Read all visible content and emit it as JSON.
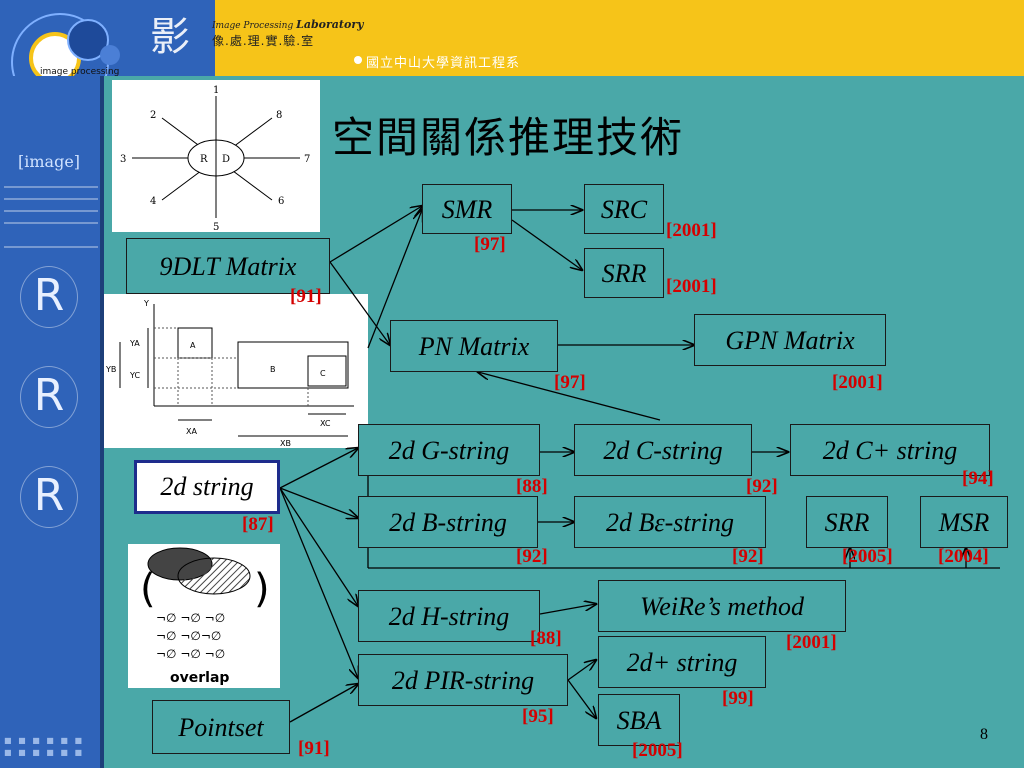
{
  "header": {
    "lab_en_prefix": "Image Processing",
    "lab_en_name": "Laboratory",
    "lab_zh": "像.處.理.實.驗.室",
    "department": "國立中山大學資訊工程系",
    "logo_text": "image processing"
  },
  "sidebar": {
    "image_tag": "[image]"
  },
  "slide": {
    "title": "空間關係推理技術",
    "page_number": "8"
  },
  "nodes": {
    "smr": "SMR",
    "src": "SRC",
    "srr_top": "SRR",
    "dlt": "9DLT Matrix",
    "pn": "PN Matrix",
    "gpn": "GPN Matrix",
    "g_string": "2d G-string",
    "c_string": "2d C-string",
    "cplus_string": "2d C+ string",
    "string2d": "2d string",
    "b_string": "2d B-string",
    "be_string": "2d Bε-string",
    "srr_mid": "SRR",
    "msr": "MSR",
    "h_string": "2d H-string",
    "weire": "WeiRe’s method",
    "pir": "2d PIR-string",
    "plus_string": "2d+ string",
    "sba": "SBA",
    "pointset": "Pointset"
  },
  "refs": {
    "smr": "[97]",
    "src": "[2001]",
    "srr_top": "[2001]",
    "dlt": "[91]",
    "pn": "[97]",
    "gpn": "[2001]",
    "g_string": "[88]",
    "c_string": "[92]",
    "cplus": "[94]",
    "string2d": "[87]",
    "b_string": "[92]",
    "be_string": "[92]",
    "srr_mid": "[2005]",
    "msr": "[2004]",
    "h_string": "[88]",
    "weire": "[2001]",
    "pir": "[95]",
    "plus_string": "[99]",
    "sba": "[2005]",
    "pointset": "[91]"
  },
  "figures": {
    "direction": {
      "center_left": "R",
      "center_right": "D",
      "labels": [
        "1",
        "2",
        "3",
        "4",
        "5",
        "6",
        "7",
        "8"
      ]
    },
    "projection": {
      "y_axis": "Y",
      "obj_a": "A",
      "obj_b": "B",
      "obj_c": "C",
      "ya": "YA",
      "yb": "YB",
      "yc": "YC",
      "xa": "XA",
      "xb": "XB",
      "xc": "XC"
    },
    "overlap": {
      "caption": "overlap",
      "matrix_rows": [
        "¬∅ ¬∅ ¬∅",
        "¬∅ ¬∅¬∅",
        "¬∅ ¬∅ ¬∅"
      ]
    }
  },
  "colors": {
    "background": "#4aa8a8",
    "header": "#f6c419",
    "sidebar": "#2f63b9",
    "reference": "#d40000",
    "selected_border": "#1e2c8c"
  }
}
